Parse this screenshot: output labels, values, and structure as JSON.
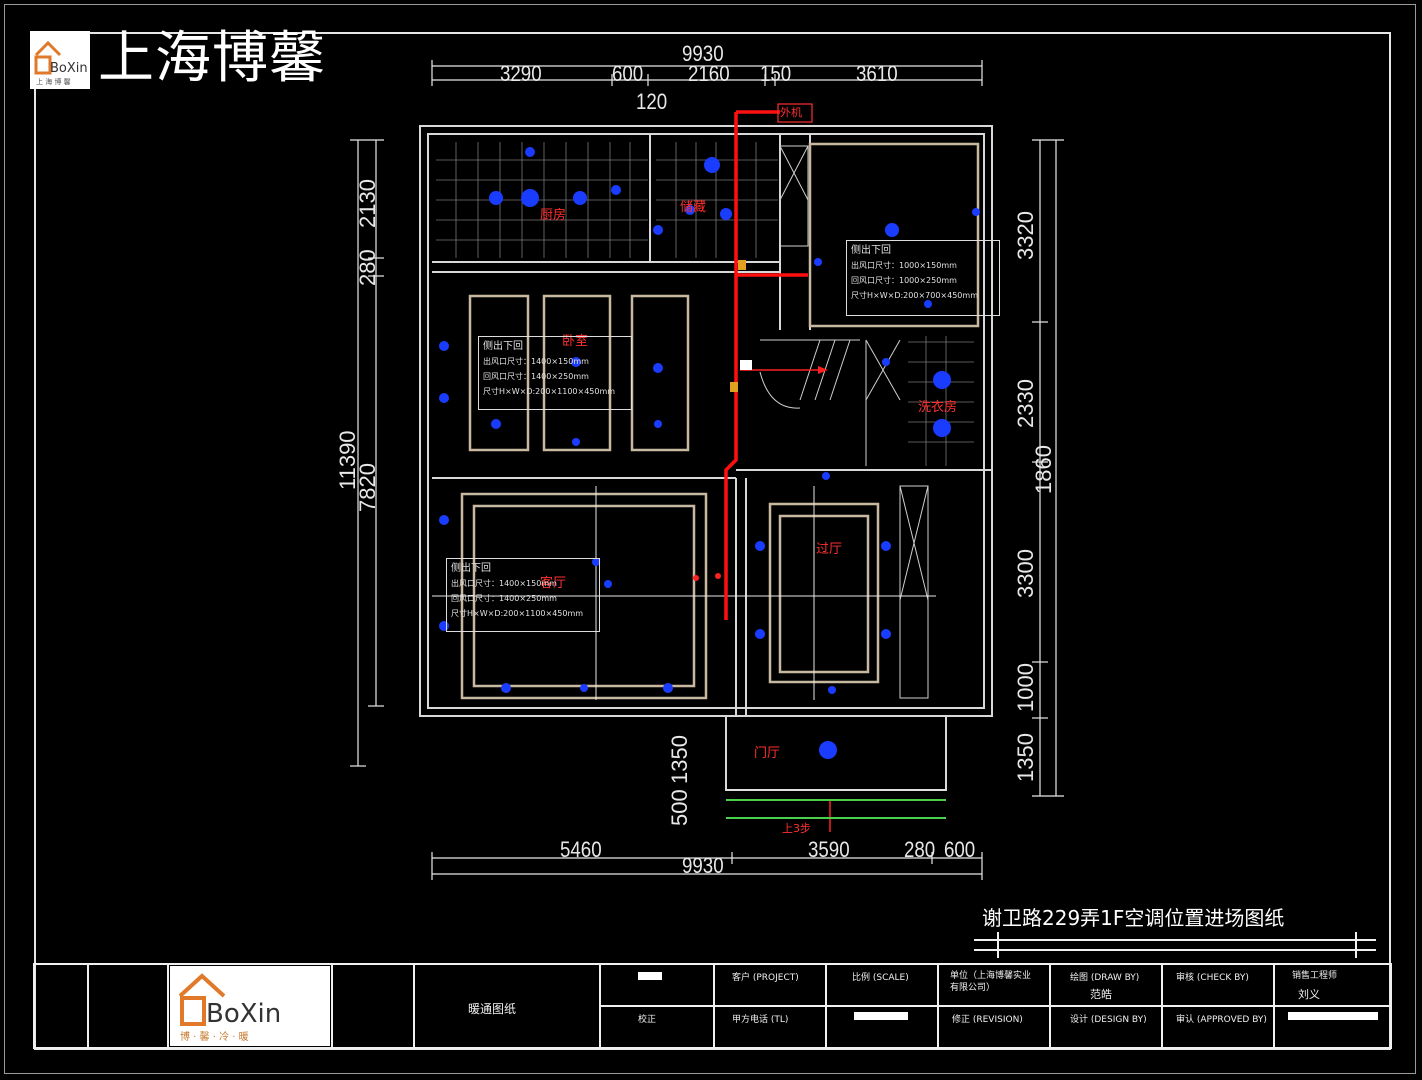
{
  "header": {
    "brand_text": "上海博馨",
    "logo_text": "BoXin",
    "logo_subtext": "上 海 博 馨"
  },
  "dimensions": {
    "top_total": "9930",
    "top_segments": [
      "3290",
      "600",
      "2160",
      "150",
      "3610"
    ],
    "top_sub": "120",
    "bottom_total": "9930",
    "bottom_segments": [
      "5460",
      "3590",
      "280",
      "600"
    ],
    "left_outer": "11390",
    "left_inner": "7820",
    "left_top": [
      "2130",
      "280"
    ],
    "right": [
      "3320",
      "2330",
      "1860",
      "3300",
      "1000",
      "1350"
    ],
    "center_bottom": [
      "1350",
      "500"
    ]
  },
  "rooms": {
    "kitchen": "厨房",
    "storage": "储藏",
    "bedroom": "卧室",
    "living": "客厅",
    "hall": "过厅",
    "entry": "门厅",
    "laundry": "洗衣房",
    "outdoor_unit": "外机",
    "up_steps": "上3步"
  },
  "notes": [
    {
      "title": "侧出下回",
      "lines": [
        "出风口尺寸：1000×150mm",
        "回风口尺寸：1000×250mm",
        "尺寸H×W×D:200×700×450mm"
      ]
    },
    {
      "title": "侧出下回",
      "lines": [
        "出风口尺寸：1400×150mm",
        "回风口尺寸：1400×250mm",
        "尺寸H×W×D:200×1100×450mm"
      ]
    },
    {
      "title": "侧出下回",
      "lines": [
        "出风口尺寸：1400×150mm",
        "回风口尺寸：1400×250mm",
        "尺寸H×W×D:200×1100×450mm"
      ]
    }
  ],
  "drawing_title": "谢卫路229弄1F空调位置进场图纸",
  "title_block": {
    "company_logo": "BoXin",
    "company_tagline": "博 · 馨 · 冷 · 暖",
    "drawing_type": "暖通图纸",
    "proofread": "校正",
    "project": "客户 (PROJECT)",
    "phone": "甲方电话 (TL)",
    "scale": "比例 (SCALE)",
    "unit": "单位（上海博馨实业有限公司）",
    "revision": "修正 (REVISION)",
    "drawn_by": "绘图 (DRAW BY)",
    "drawn_by_name": "范皓",
    "design_by": "设计 (DESIGN BY)",
    "check_by": "审核 (CHECK BY)",
    "approved_by": "审认 (APPROVED BY)",
    "engineer": "销售工程师",
    "engineer_name": "刘义"
  }
}
